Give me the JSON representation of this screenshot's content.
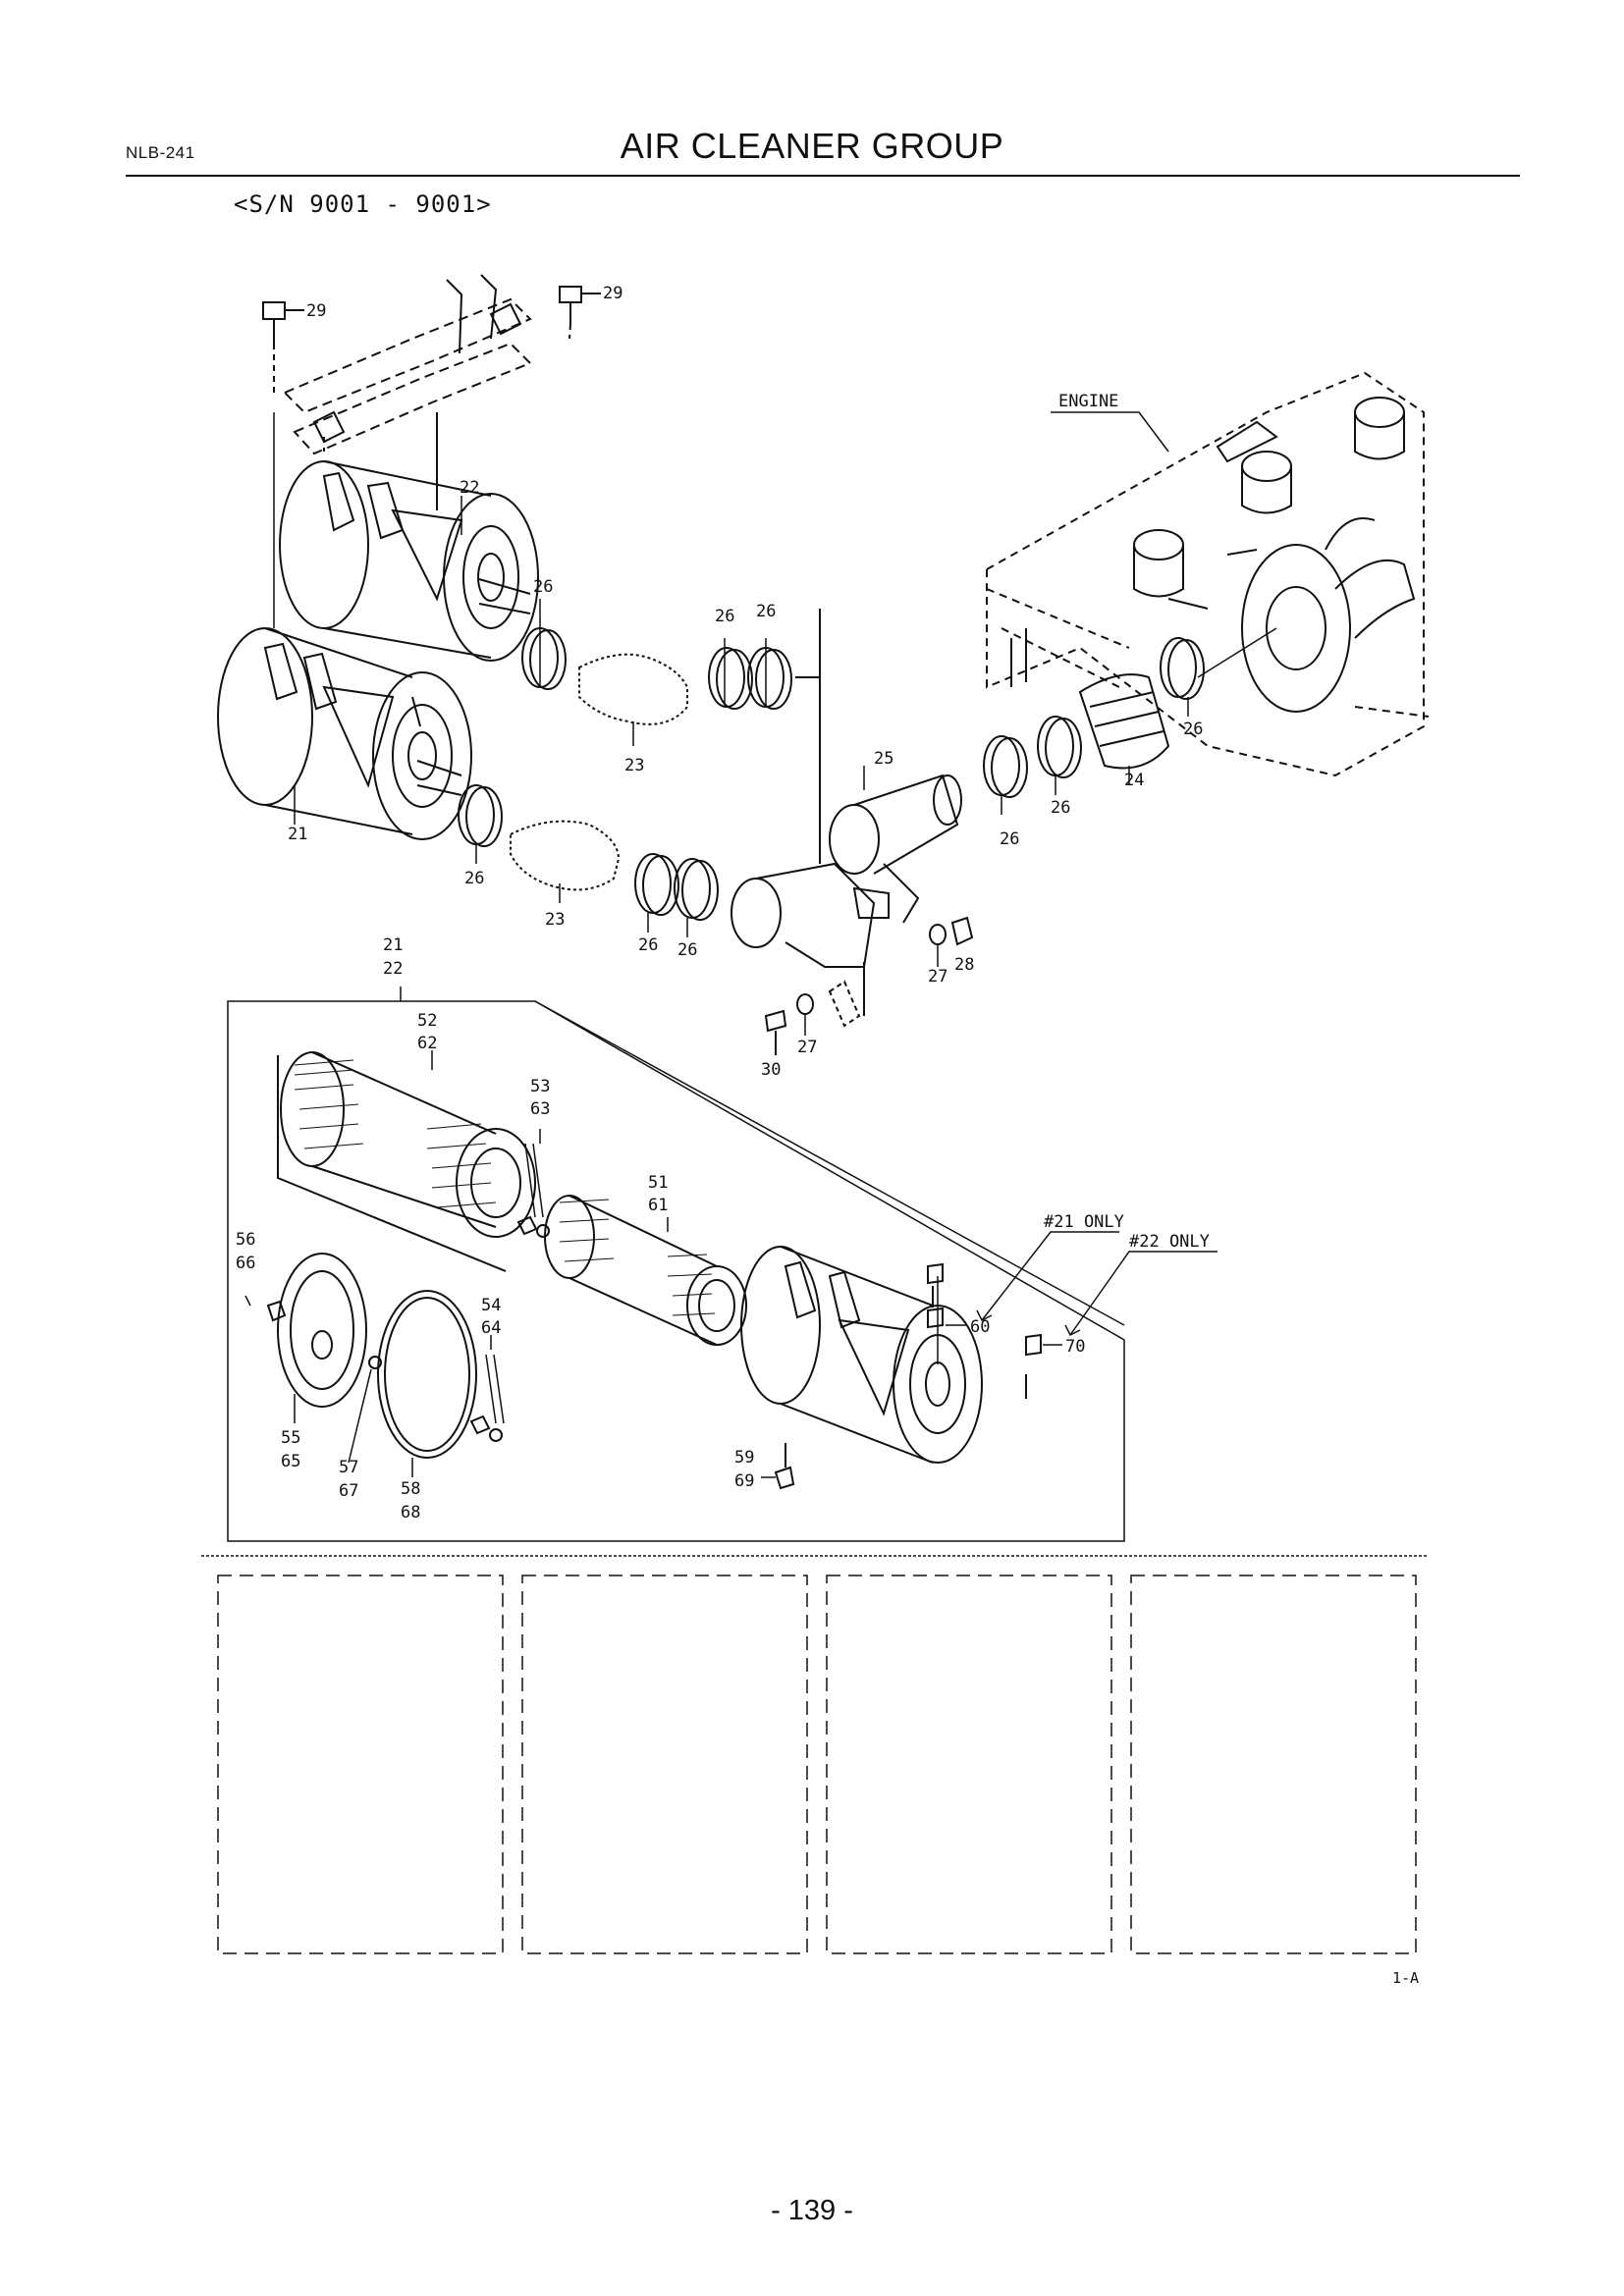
{
  "header": {
    "doc_code": "NLB-241",
    "title": "AIR CLEANER GROUP",
    "serial_range": "<S/N 9001 - 9001>"
  },
  "diagram": {
    "engine_label": "ENGINE",
    "note_21_only": "#21 ONLY",
    "note_22_only": "#22 ONLY",
    "figure_code": "1-A",
    "callouts": {
      "c29a": "29",
      "c29b": "29",
      "c22": "22",
      "c21": "21",
      "c26a": "26",
      "c26b": "26",
      "c26c": "26",
      "c26d": "26",
      "c26e": "26",
      "c26f": "26",
      "c26g": "26",
      "c26h": "26",
      "c23a": "23",
      "c23b": "23",
      "c25": "25",
      "c24": "24",
      "c27a": "27",
      "c28": "28",
      "c27b": "27",
      "c30": "30",
      "c21b": "21",
      "c22b": "22",
      "c52": "52",
      "c62": "62",
      "c53": "53",
      "c63": "63",
      "c51": "51",
      "c61": "61",
      "c56": "56",
      "c66": "66",
      "c54": "54",
      "c64": "64",
      "c55": "55",
      "c65": "65",
      "c57": "57",
      "c67": "67",
      "c58": "58",
      "c68": "68",
      "c59": "59",
      "c69": "69",
      "c60": "60",
      "c70": "70"
    }
  },
  "footer": {
    "page_number": "- 139 -"
  }
}
